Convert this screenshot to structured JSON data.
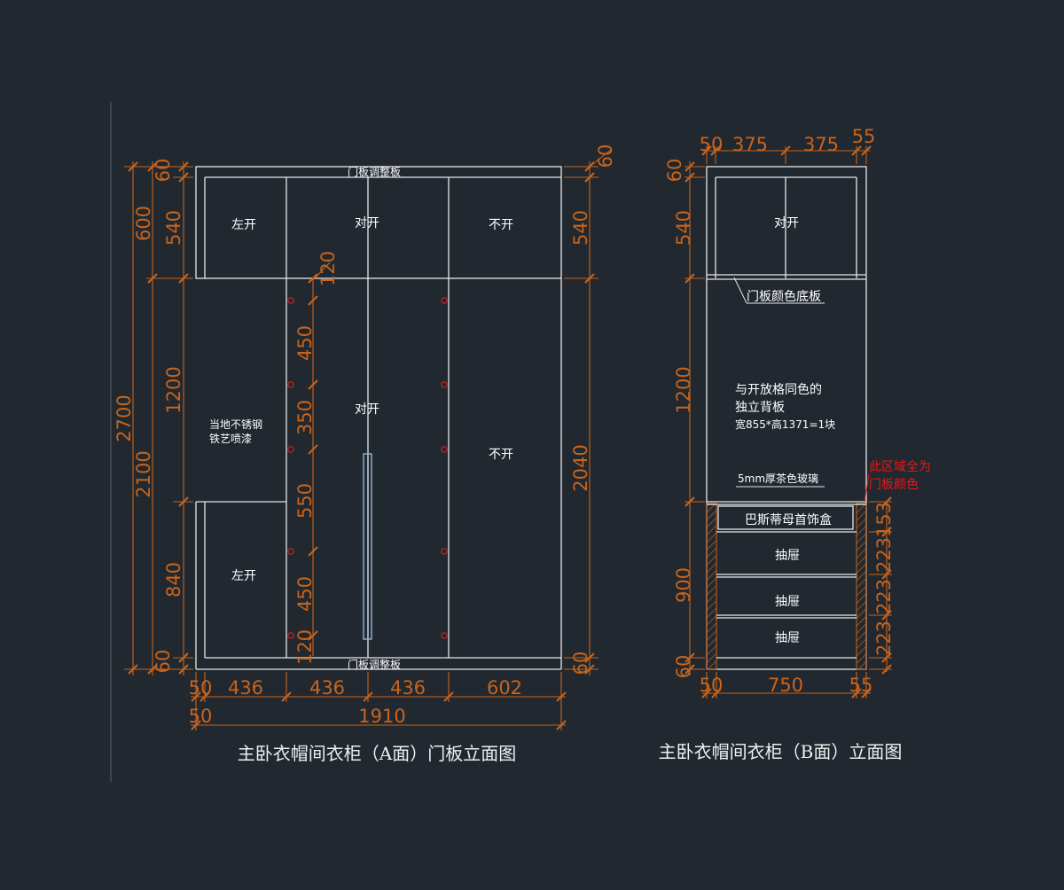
{
  "colors": {
    "background": "#212830",
    "line": "#e8e8e8",
    "dimension": "#c8641c",
    "note": "#e81818",
    "handle": "#8ab8e0"
  },
  "front_view": {
    "title": "主卧衣帽间衣柜（A面）门板立面图",
    "adjust_top": "门板调整板",
    "adjust_bottom": "门板调整板",
    "door_top_left": "左开",
    "door_top_mid": "对开",
    "door_top_right": "不开",
    "open_area_note_1": "当地不锈钢",
    "open_area_note_2": "铁艺喷漆",
    "door_mid": "对开",
    "door_right": "不开",
    "door_bottom_left": "左开",
    "dims": {
      "h_total": "2700",
      "h_upper": "600",
      "h_lower": "2100",
      "h_top60": "60",
      "h_540": "540",
      "h_1200": "1200",
      "h_840": "840",
      "h_bot60": "60",
      "h_right60": "60",
      "h_right540": "540",
      "h_right2040": "2040",
      "h_right_bot60": "60",
      "hole_120a": "120",
      "hole_450a": "450",
      "hole_350": "350",
      "hole_550": "550",
      "hole_450b": "450",
      "hole_120b": "120",
      "w_50": "50",
      "w_436a": "436",
      "w_436b": "436",
      "w_436c": "436",
      "w_602": "602",
      "w_total_50": "50",
      "w_total": "1910"
    }
  },
  "side_view": {
    "title": "主卧衣帽间衣柜（B面）立面图",
    "door_top": "对开",
    "bottom_board": "门板颜色底板",
    "back_panel_1": "与开放格同色的",
    "back_panel_2": "独立背板",
    "back_panel_3": "宽855*高1371=1块",
    "glass": "5mm厚茶色玻璃",
    "red_note_1": "此区域全为",
    "red_note_2": "门板颜色",
    "jewelry_box": "巴斯蒂母首饰盒",
    "drawer_1": "抽屉",
    "drawer_2": "抽屉",
    "drawer_3": "抽屉",
    "dims": {
      "t_50": "50",
      "t_375a": "375",
      "t_375b": "375",
      "t_55": "55",
      "h_60": "60",
      "h_540": "540",
      "h_1200": "1200",
      "h_900": "900",
      "h_60b": "60",
      "r_153": "153",
      "r_223a": "223",
      "r_223b": "223",
      "r_223c": "223",
      "b_50": "50",
      "b_750": "750",
      "b_55": "55"
    }
  }
}
